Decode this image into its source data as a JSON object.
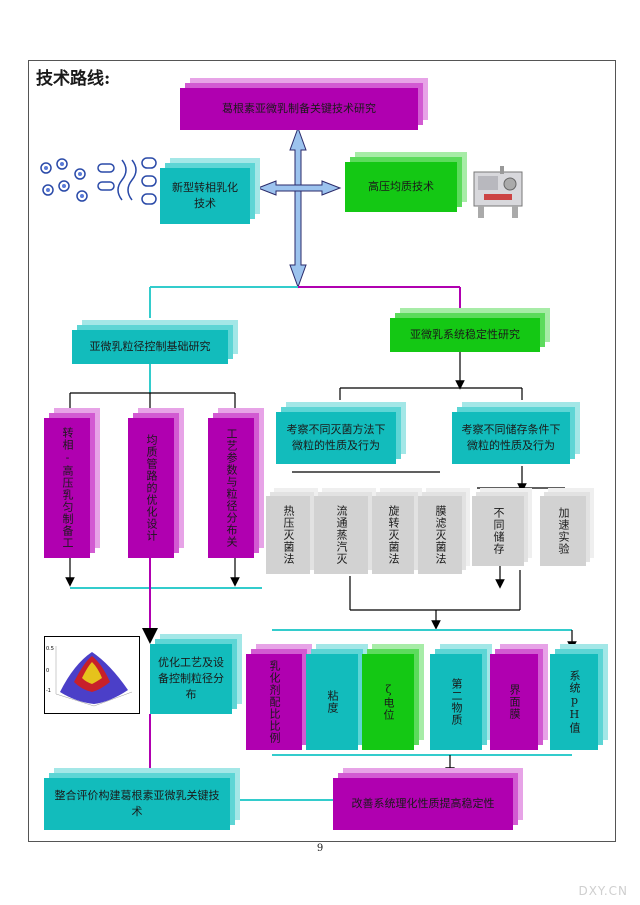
{
  "title": "技术路线:",
  "top_box": "葛根素亚微乳制备关键技术研究",
  "left_top_box": "新型转相乳化技术",
  "right_top_box": "高压均质技术",
  "mid_left_box": "亚微乳粒径控制基础研究",
  "mid_right_box": "亚微乳系统稳定性研究",
  "left_columns": [
    "转相-高压乳匀制备工",
    "均质管路的优化设计",
    "工艺参数与粒径分布关"
  ],
  "right_sub_boxes": [
    "考察不同灭菌方法下微粒的性质及行为",
    "考察不同储存条件下微粒的性质及行为"
  ],
  "gray_columns": [
    "热压灭菌法",
    "流通蒸汽灭",
    "旋转灭菌法",
    "膜滤灭菌法",
    "不同储存",
    "加速实验"
  ],
  "optimize_box": "优化工艺及设备控制粒径分布",
  "property_columns": [
    "乳化剂配比比例",
    "粘度",
    "ζ电位",
    "第二物质",
    "界面膜",
    "系统pH值"
  ],
  "bottom_left_box": "整合评价构建葛根素亚微乳关键技术",
  "bottom_right_box": "改善系统理化性质提高稳定性",
  "page_number": "9",
  "watermark": "DXY.CN",
  "icons": [
    "emulsion-droplets-icon",
    "homogenizer-machine-icon",
    "surface-plot-icon"
  ]
}
